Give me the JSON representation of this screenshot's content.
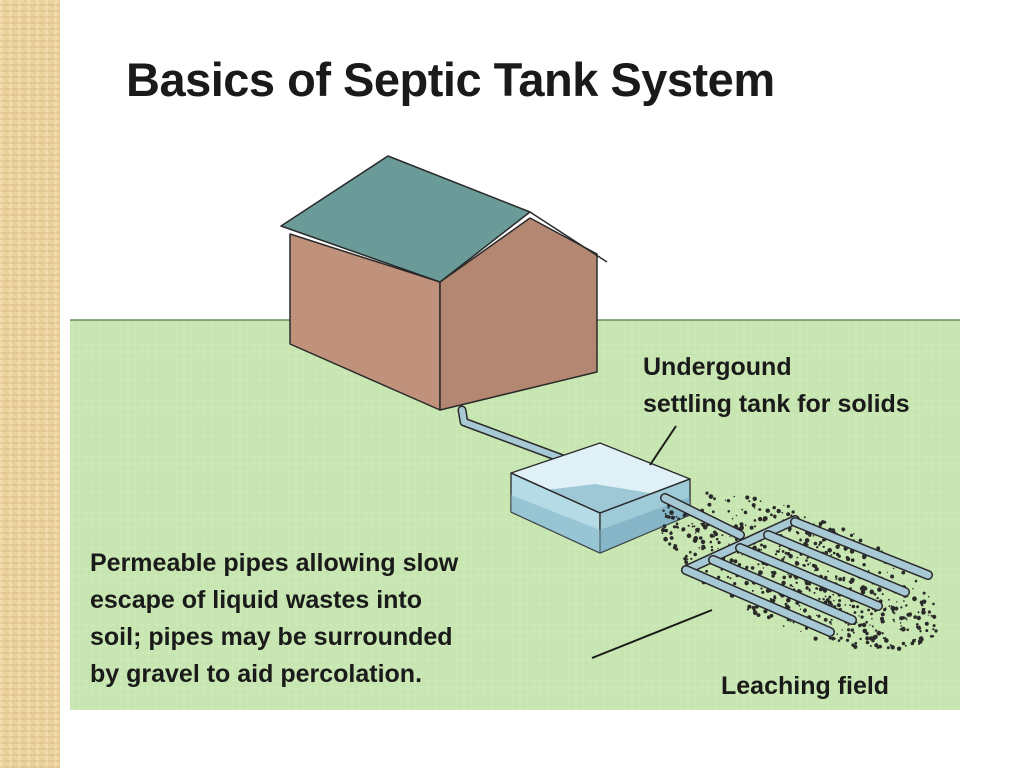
{
  "title": "Basics of Septic Tank System",
  "labels": {
    "tank": [
      "Undergound",
      "settling tank for solids"
    ],
    "pipes": [
      "Permeable pipes allowing slow",
      "escape of liquid wastes into",
      "soil; pipes may be surrounded",
      "by gravel to aid percolation."
    ],
    "field": "Leaching field"
  },
  "colors": {
    "ground": "#c8e6b1",
    "roof": "#6a9b98",
    "house_wall": "#c1927b",
    "tank_water": "#c3e3ee",
    "pipe": "#a7c9d6",
    "gravel": "#2a2a2a",
    "side_strip": "#ecd3a0"
  }
}
